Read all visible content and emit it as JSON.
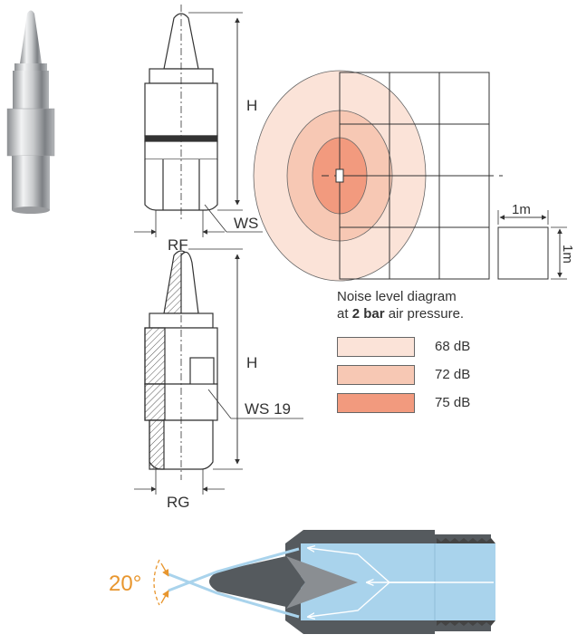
{
  "drawing_top": {
    "height_label": "H",
    "thread_label": "RF",
    "wrench_label": "WS"
  },
  "drawing_bottom": {
    "height_label": "H",
    "thread_label": "RG",
    "wrench_label": "WS 19"
  },
  "noise_diagram": {
    "caption_line1": "Noise level diagram",
    "caption_prefix": "at ",
    "caption_bold": "2 bar",
    "caption_suffix": " air pressure.",
    "scale_width_label": "1m",
    "scale_height_label": "1m",
    "legend": [
      {
        "label": "68 dB",
        "color": "#fbe3d8"
      },
      {
        "label": "72 dB",
        "color": "#f7c8b4"
      },
      {
        "label": "75 dB",
        "color": "#f29a7e"
      }
    ]
  },
  "cross_section": {
    "angle_label": "20°",
    "angle_color": "#e8962e",
    "flow_color": "#a9d3ec"
  }
}
